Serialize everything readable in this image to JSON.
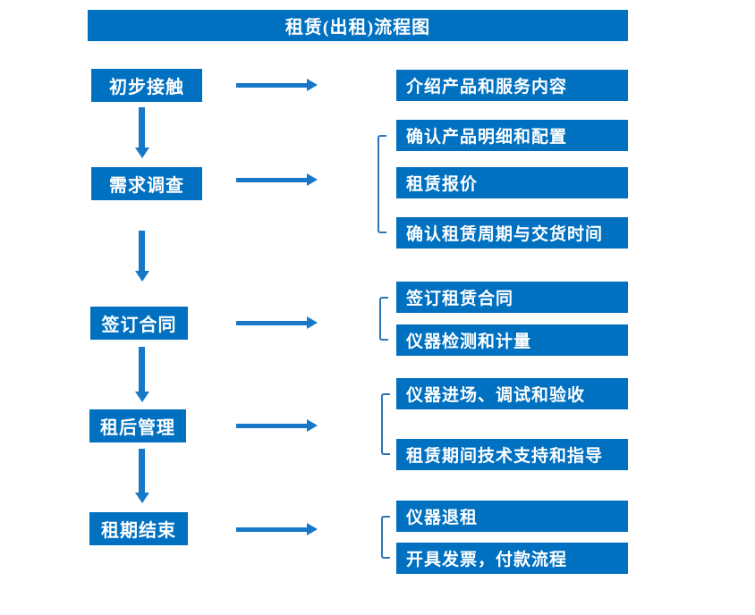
{
  "title": "租赁(出租)流程图",
  "colors": {
    "box_blue": "#0070c0",
    "arrow_blue": "#1878c8",
    "bracket_blue": "#2e75b6",
    "text_white": "#ffffff"
  },
  "stages": [
    {
      "label": "初步接触",
      "details": [
        "介绍产品和服务内容"
      ]
    },
    {
      "label": "需求调查",
      "details": [
        "确认产品明细和配置",
        "租赁报价",
        "确认租赁周期与交货时间"
      ]
    },
    {
      "label": "签订合同",
      "details": [
        "签订租赁合同",
        "仪器检测和计量"
      ]
    },
    {
      "label": "租后管理",
      "details": [
        "仪器进场、调试和验收",
        "租赁期间技术支持和指导"
      ]
    },
    {
      "label": "租期结束",
      "details": [
        "仪器退租",
        "开具发票，付款流程"
      ]
    }
  ]
}
